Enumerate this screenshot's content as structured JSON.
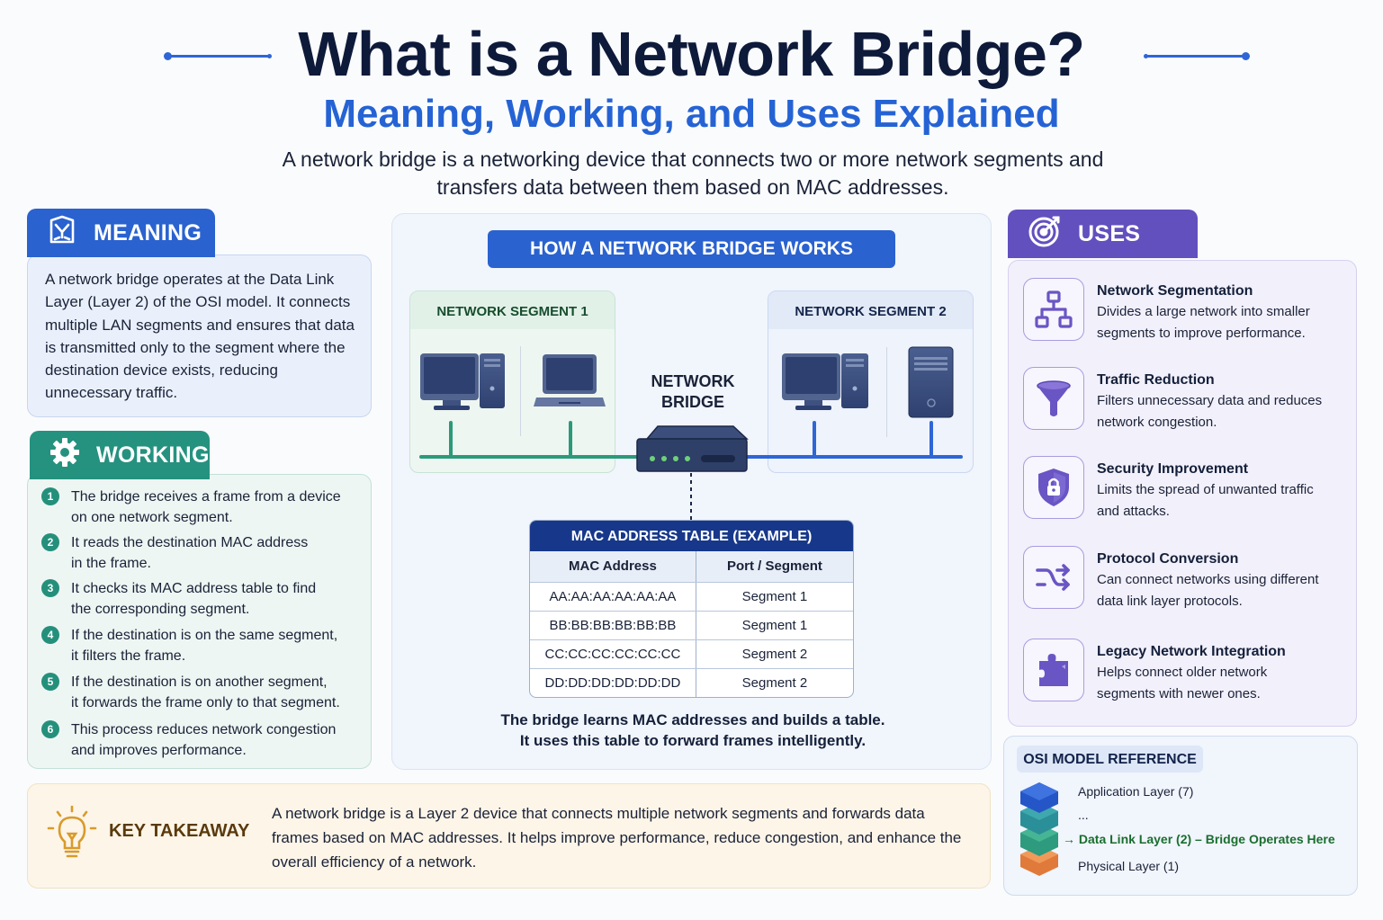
{
  "header": {
    "title": "What is a Network Bridge?",
    "subtitle": "Meaning, Working, and Uses Explained",
    "intro_line1": "A network bridge is a networking device that connects two or more network segments and",
    "intro_line2": "transfers data between them based on MAC addresses."
  },
  "meaning": {
    "title": "MEANING",
    "icon": "book-icon",
    "text": "A network bridge operates at the Data Link Layer (Layer 2) of the OSI model. It connects multiple LAN segments and ensures that data is transmitted only to the segment where the destination device exists, reducing unnecessary traffic."
  },
  "working": {
    "title": "WORKING",
    "icon": "gear-icon",
    "steps": [
      {
        "num": "1",
        "line1": "The bridge receives a frame from a device",
        "line2": "on one network segment."
      },
      {
        "num": "2",
        "line1": "It reads the destination MAC address",
        "line2": "in the frame."
      },
      {
        "num": "3",
        "line1": "It checks its MAC address table to find",
        "line2": "the corresponding segment."
      },
      {
        "num": "4",
        "line1": "If the destination is on the same segment,",
        "line2": "it filters the frame."
      },
      {
        "num": "5",
        "line1": "If the destination is on another segment,",
        "line2": "it forwards the frame only to that segment."
      },
      {
        "num": "6",
        "line1": "This process reduces network congestion",
        "line2": "and improves performance."
      }
    ]
  },
  "diagram": {
    "banner": "HOW A NETWORK BRIDGE WORKS",
    "segment1": {
      "label": "NETWORK SEGMENT 1",
      "devices": [
        "desktop-computer",
        "laptop"
      ],
      "color": "#2a9a7a"
    },
    "segment2": {
      "label": "NETWORK SEGMENT 2",
      "devices": [
        "desktop-computer",
        "server-tower"
      ],
      "color": "#2f66d6"
    },
    "bridge_label_line1": "NETWORK",
    "bridge_label_line2": "BRIDGE",
    "mac_table": {
      "title": "MAC ADDRESS TABLE (EXAMPLE)",
      "columns": [
        "MAC Address",
        "Port / Segment"
      ],
      "rows": [
        [
          "AA:AA:AA:AA:AA:AA",
          "Segment 1"
        ],
        [
          "BB:BB:BB:BB:BB:BB",
          "Segment 1"
        ],
        [
          "CC:CC:CC:CC:CC:CC",
          "Segment 2"
        ],
        [
          "DD:DD:DD:DD:DD:DD",
          "Segment 2"
        ]
      ]
    },
    "caption_line1": "The bridge learns MAC addresses and builds a table.",
    "caption_line2": "It uses this table to forward frames intelligently."
  },
  "uses": {
    "title": "USES",
    "icon": "target-icon",
    "items": [
      {
        "icon": "hierarchy-icon",
        "title": "Network Segmentation",
        "line1": "Divides a large network into smaller",
        "line2": "segments to improve performance."
      },
      {
        "icon": "funnel-icon",
        "title": "Traffic Reduction",
        "line1": "Filters unnecessary data and reduces",
        "line2": "network congestion."
      },
      {
        "icon": "shield-lock-icon",
        "title": "Security Improvement",
        "line1": "Limits the spread of unwanted traffic",
        "line2": "and attacks."
      },
      {
        "icon": "shuffle-icon",
        "title": "Protocol Conversion",
        "line1": "Can connect networks using different",
        "line2": "data link layer protocols."
      },
      {
        "icon": "puzzle-icon",
        "title": "Legacy Network Integration",
        "line1": "Helps connect older network",
        "line2": "segments with newer ones."
      }
    ]
  },
  "osi": {
    "title": "OSI MODEL REFERENCE",
    "layers": [
      {
        "text": "Application Layer (7)",
        "highlight": false
      },
      {
        "text": "...",
        "highlight": false
      },
      {
        "text": "→ Data Link Layer (2) – Bridge Operates Here",
        "highlight": true
      },
      {
        "text": "Physical Layer (1)",
        "highlight": false
      }
    ]
  },
  "takeaway": {
    "title": "KEY TAKEAWAY",
    "icon": "lightbulb-icon",
    "text": "A network bridge is a Layer 2 device that connects multiple network segments and forwards data frames based on MAC addresses. It helps improve performance, reduce congestion, and enhance the overall efficiency of a network."
  },
  "colors": {
    "meaning": "#2a62cf",
    "working": "#25927f",
    "uses": "#6250be",
    "title": "#0e1a3a",
    "subtitle": "#2563d4",
    "takeaway": "#d99a2b"
  }
}
